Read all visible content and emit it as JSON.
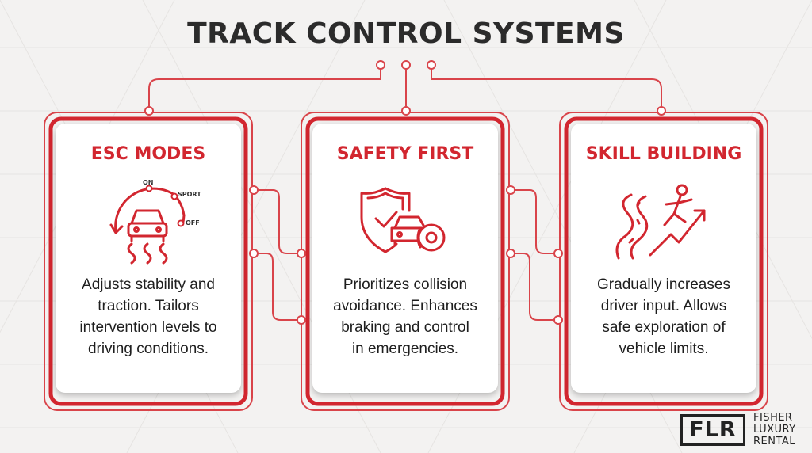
{
  "title": "TRACK CONTROL SYSTEMS",
  "colors": {
    "accent": "#d2262f",
    "text": "#1e1e1e",
    "background": "#f3f2f1"
  },
  "cards": [
    {
      "title": "ESC MODES",
      "icon": "stability-control-dial-icon",
      "icon_labels": {
        "on": "ON",
        "sport": "SPORT",
        "off": "OFF"
      },
      "desc_lines": [
        "Adjusts stability and",
        "traction. Tailors",
        "intervention levels to",
        "driving conditions."
      ]
    },
    {
      "title": "SAFETY FIRST",
      "icon": "shield-car-brake-icon",
      "desc_lines": [
        "Prioritizes collision",
        "avoidance. Enhances",
        "braking and control",
        "in emergencies."
      ]
    },
    {
      "title": "SKILL BUILDING",
      "icon": "road-person-arrow-icon",
      "desc_lines": [
        "Gradually increases",
        "driver input. Allows",
        "safe exploration of",
        "vehicle limits."
      ]
    }
  ],
  "logo": {
    "mark": "FLR",
    "lines": [
      "FISHER",
      "LUXURY",
      "RENTAL"
    ]
  }
}
